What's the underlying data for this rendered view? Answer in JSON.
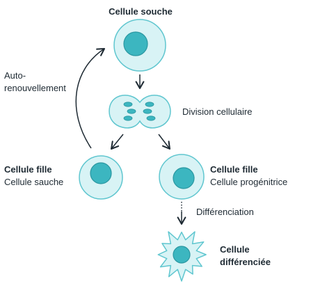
{
  "labels": {
    "stem_cell": "Cellule souche",
    "self_renewal_line1": "Auto-",
    "self_renewal_line2": "renouvellement",
    "division": "Division cellulaire",
    "daughter_left_title": "Cellule fille",
    "daughter_left_subtitle": "Cellule sauche",
    "daughter_right_title": "Cellule fille",
    "daughter_right_subtitle": "Cellule progénitrice",
    "differentiation": "Différenciation",
    "differentiated_line1": "Cellule",
    "differentiated_line2": "différenciée"
  },
  "colors": {
    "cell_fill": "#d8f3f5",
    "cell_stroke": "#5fc6cf",
    "nucleus_fill": "#3cb6c0",
    "nucleus_stroke": "#2a97a1",
    "arrow": "#1e2a33",
    "text": "#1e2a33"
  }
}
